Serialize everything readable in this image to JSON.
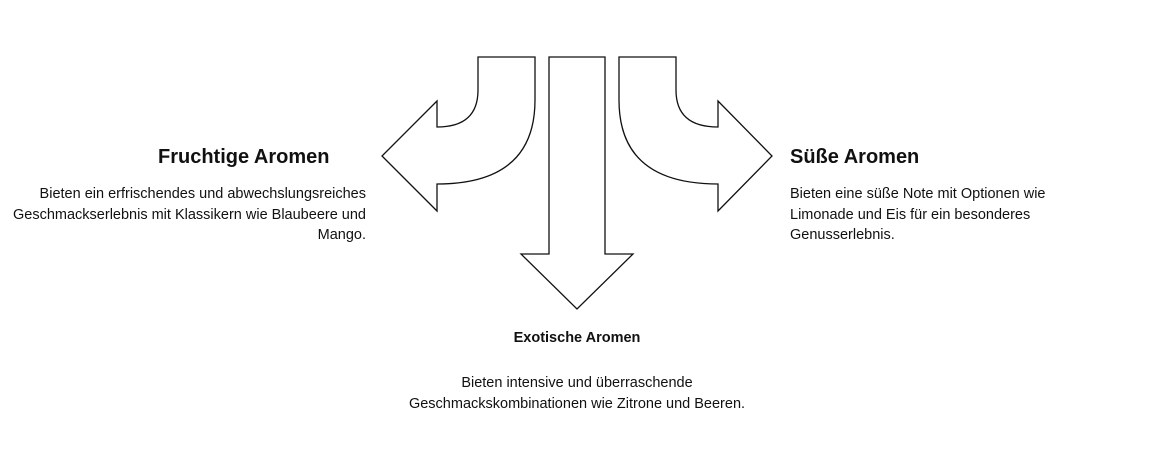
{
  "left": {
    "title": "Fruchtige Aromen",
    "text": "Bieten ein erfrischendes und abwechslungsreiches Geschmackserlebnis mit Klassikern wie Blaubeere und Mango."
  },
  "right": {
    "title": "Süße Aromen",
    "text": "Bieten eine süße Note mit Optionen wie Limonade und Eis für ein besonderes Genusserlebnis."
  },
  "center": {
    "title": "Exotische Aromen",
    "text": "Bieten intensive und überraschende Geschmackskombinationen wie Zitrone und Beeren."
  },
  "colors": {
    "stroke": "#111111",
    "fill": "#ffffff"
  }
}
